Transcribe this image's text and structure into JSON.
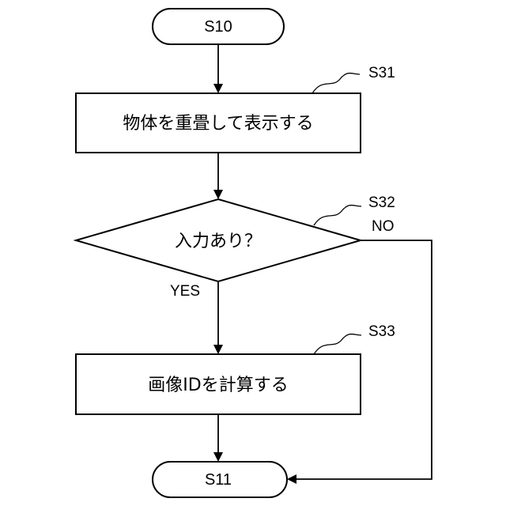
{
  "flowchart": {
    "start": {
      "label": "S10"
    },
    "step_s31": {
      "ref": "S31",
      "label": "物体を重畳して表示する"
    },
    "decision_s32": {
      "ref": "S32",
      "label": "入力あり？",
      "yes_label": "YES",
      "no_label": "NO"
    },
    "step_s33": {
      "ref": "S33",
      "label": "画像IDを計算する"
    },
    "end": {
      "label": "S11"
    }
  }
}
